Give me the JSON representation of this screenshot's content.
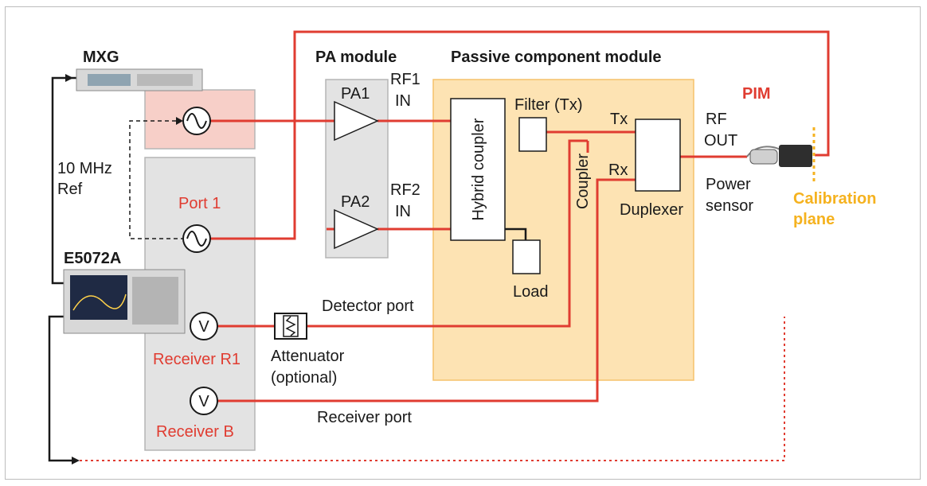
{
  "labels": {
    "mxg": "MXG",
    "e5072a": "E5072A",
    "ref_line1": "10 MHz",
    "ref_line2": "Ref",
    "port1": "Port 1",
    "receiver_r1": "Receiver R1",
    "receiver_b": "Receiver B",
    "pa_module": "PA module",
    "pa1": "PA1",
    "pa2": "PA2",
    "rf1_line1": "RF1",
    "rf1_line2": "IN",
    "rf2_line1": "RF2",
    "rf2_line2": "IN",
    "passive_module": "Passive component module",
    "hybrid_coupler": "Hybrid coupler",
    "filter_tx": "Filter (Tx)",
    "tx": "Tx",
    "rx": "Rx",
    "coupler": "Coupler",
    "duplexer": "Duplexer",
    "load": "Load",
    "pim": "PIM",
    "rf_out_line1": "RF",
    "rf_out_line2": "OUT",
    "power_sensor_line1": "Power",
    "power_sensor_line2": "sensor",
    "cal_line1": "Calibration",
    "cal_line2": "plane",
    "detector_port": "Detector port",
    "attenuator_line1": "Attenuator",
    "attenuator_line2": "(optional)",
    "receiver_port": "Receiver port",
    "voltmeter_symbol": "V"
  },
  "colors": {
    "signal_red": "#e03c31",
    "passive_fill": "#fde3b3",
    "passive_border": "#f5c26b",
    "calibration_yellow": "#f5b21f",
    "gray_block": "#e3e3e3",
    "pink_block": "#f7cfc8"
  },
  "icons": [
    "sine-source-icon",
    "voltmeter-icon",
    "attenuator-icon",
    "amplifier-triangle-icon",
    "instrument-photo-icon",
    "power-sensor-icon"
  ]
}
